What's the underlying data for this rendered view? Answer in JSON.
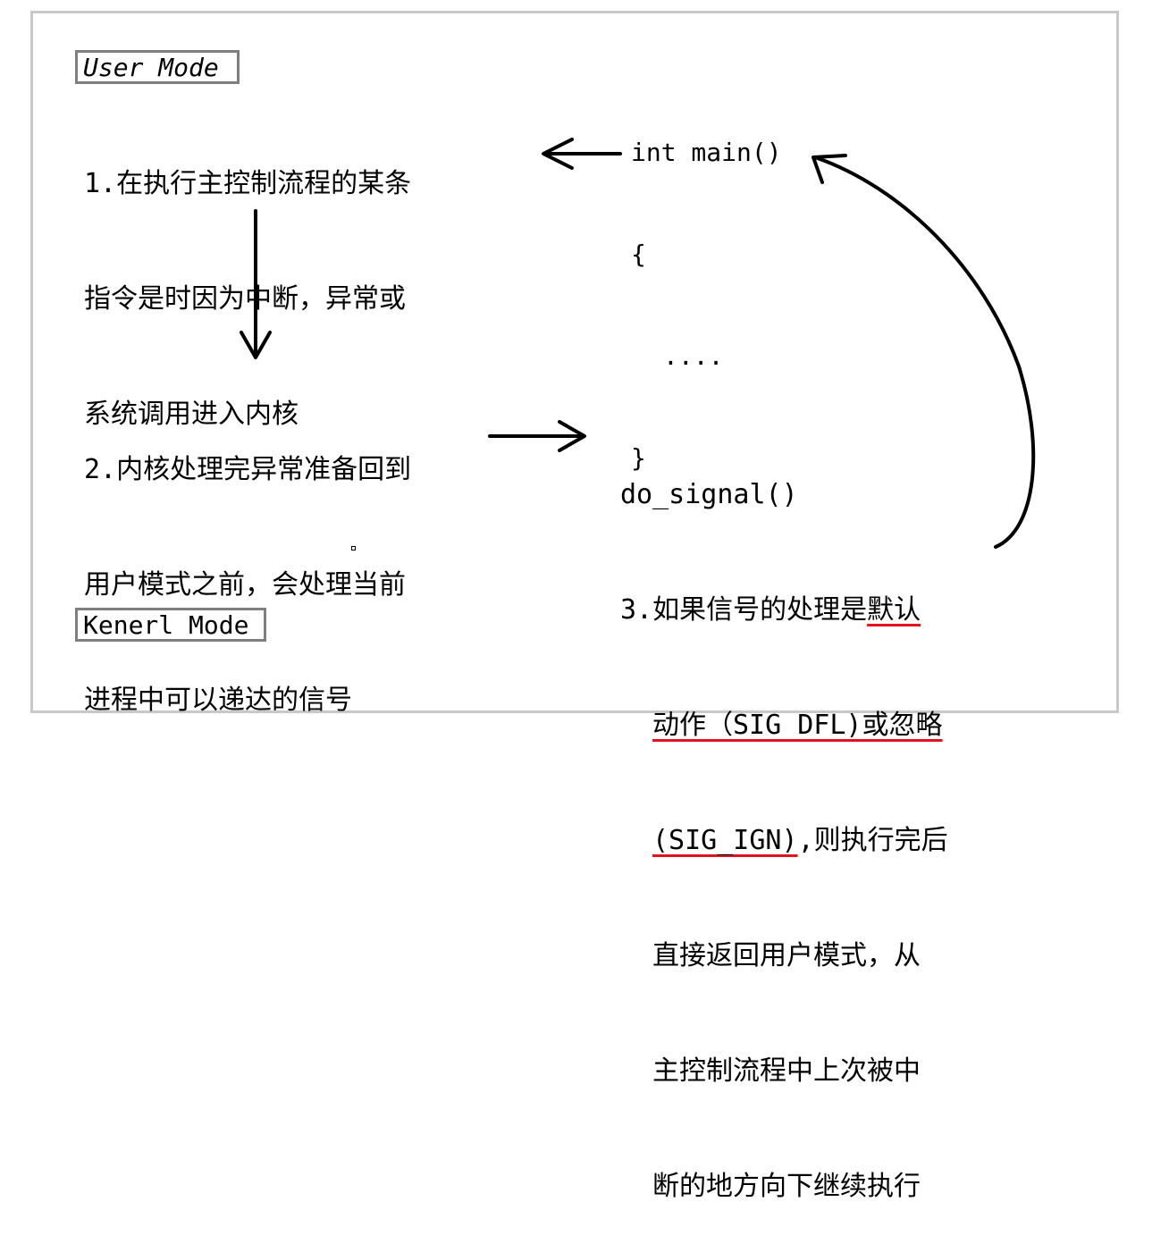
{
  "user_mode_label": "User Mode",
  "kernel_mode_label": "Kenerl Mode",
  "step1": {
    "lines": [
      "1.在执行主控制流程的某条",
      "指令是时因为中断，异常或",
      "系统调用进入内核"
    ]
  },
  "step2": {
    "lines": [
      "2.内核处理完异常准备回到",
      "用户模式之前，会处理当前",
      "进程中可以递达的信号"
    ]
  },
  "code": {
    "lines": [
      "int main()",
      "{",
      "....",
      "}"
    ]
  },
  "step3": {
    "func": "do_signal()",
    "l1_prefix": "3.如果信号的处理是",
    "l1_hl": "默认",
    "l2_hl": "动作（SIG DFL)或忽略",
    "l3_hl": "(SIG_IGN)",
    "l3_rest": ",则执行完后",
    "l4": "直接返回用户模式，从",
    "l5": "主控制流程中上次被中",
    "l6": "断的地方向下继续执行"
  },
  "colors": {
    "frame_border": "#c8c8c8",
    "label_border": "#7f7f7f",
    "highlight_underline": "#e3121f",
    "text": "#000000"
  }
}
